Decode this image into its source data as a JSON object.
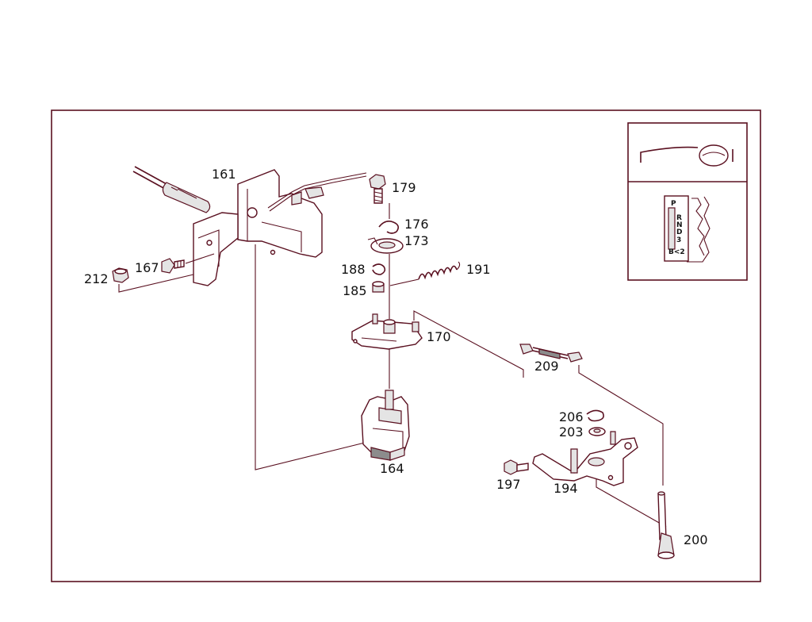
{
  "parts": [
    {
      "id": "p161",
      "label": "161"
    },
    {
      "id": "p179",
      "label": "179"
    },
    {
      "id": "p176",
      "label": "176"
    },
    {
      "id": "p173",
      "label": "173"
    },
    {
      "id": "p188",
      "label": "188"
    },
    {
      "id": "p191",
      "label": "191"
    },
    {
      "id": "p185",
      "label": "185"
    },
    {
      "id": "p170",
      "label": "170"
    },
    {
      "id": "p167",
      "label": "167"
    },
    {
      "id": "p212",
      "label": "212"
    },
    {
      "id": "p209",
      "label": "209"
    },
    {
      "id": "p164",
      "label": "164"
    },
    {
      "id": "p206",
      "label": "206"
    },
    {
      "id": "p203",
      "label": "203"
    },
    {
      "id": "p197",
      "label": "197"
    },
    {
      "id": "p194",
      "label": "194"
    },
    {
      "id": "p200",
      "label": "200"
    }
  ],
  "gear_positions": [
    "P",
    "R",
    "N",
    "D",
    "3",
    "B<2"
  ],
  "colors": {
    "line": "#5a1020",
    "frame": "#5a1020",
    "part_fill": "#e4e4e4",
    "text": "#111111"
  }
}
